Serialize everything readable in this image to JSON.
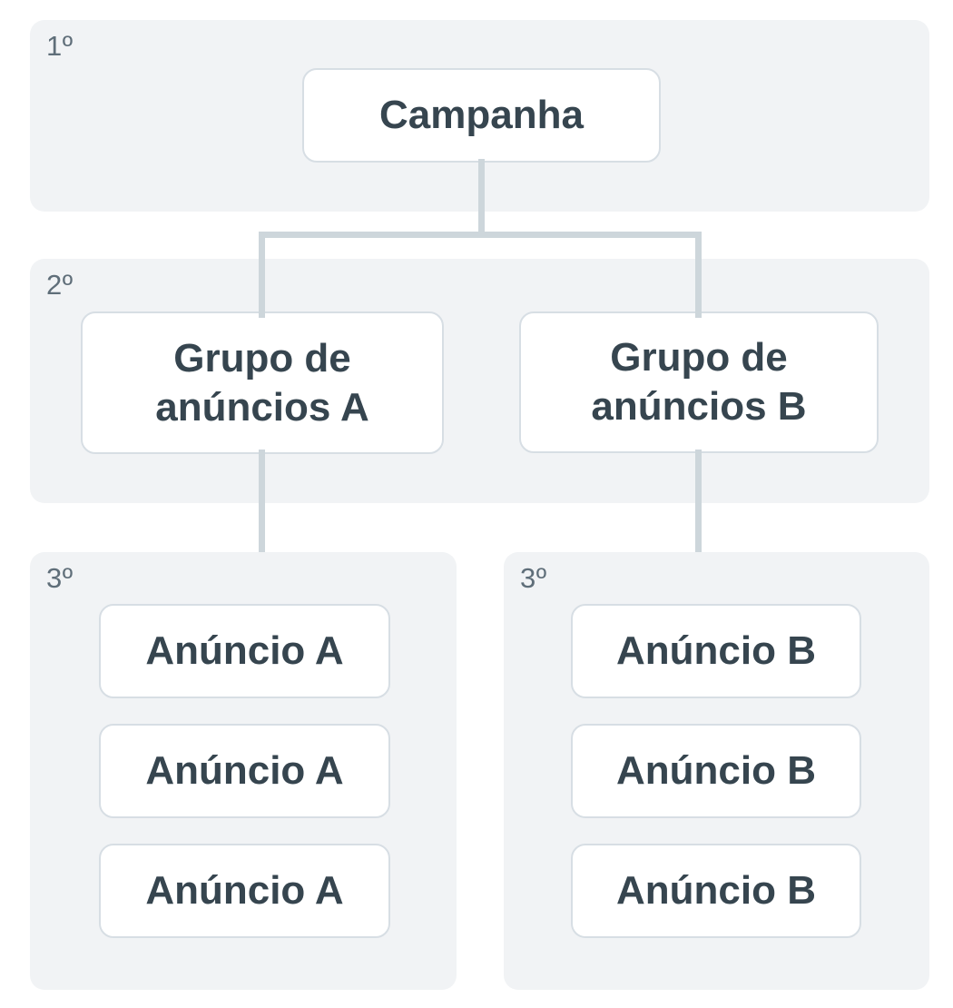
{
  "diagram_type": "campaign-hierarchy-tree",
  "colors": {
    "page_bg": "#ffffff",
    "panel_bg": "#f1f3f5",
    "connector_line": "#cdd6db",
    "node_bg": "#ffffff",
    "node_border": "#d7dee4",
    "node_text": "#36454f",
    "tier_label_text": "#5f6e79"
  },
  "tiers": {
    "campaign": {
      "label": "1º",
      "node": "Campanha"
    },
    "ad_groups": {
      "label": "2º",
      "nodes": [
        "Grupo de anúncios A",
        "Grupo de anúncios B"
      ]
    },
    "ads_a": {
      "label": "3º",
      "nodes": [
        "Anúncio A",
        "Anúncio A",
        "Anúncio A"
      ]
    },
    "ads_b": {
      "label": "3º",
      "nodes": [
        "Anúncio B",
        "Anúncio B",
        "Anúncio B"
      ]
    }
  }
}
